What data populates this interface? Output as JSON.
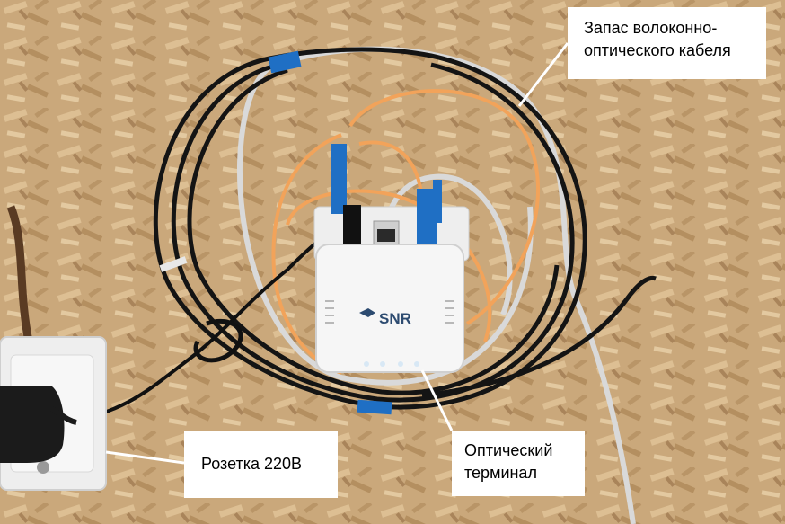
{
  "labels": {
    "cable_reserve": {
      "line1": "Запас волоконно-",
      "line2": "оптического кабеля"
    },
    "optical_terminal": {
      "line1": "Оптический",
      "line2": "терминал"
    },
    "socket": {
      "text": "Розетка 220В"
    }
  },
  "device": {
    "brand": "SNR"
  },
  "colors": {
    "osb_board": "#c9a77a",
    "black_cable": "#141414",
    "grey_cable": "#d8d8d8",
    "orange_fiber": "#f2a35a",
    "blue_connector": "#1f6fc4",
    "terminal_body": "#f6f6f6",
    "callout_bg": "#ffffff"
  }
}
